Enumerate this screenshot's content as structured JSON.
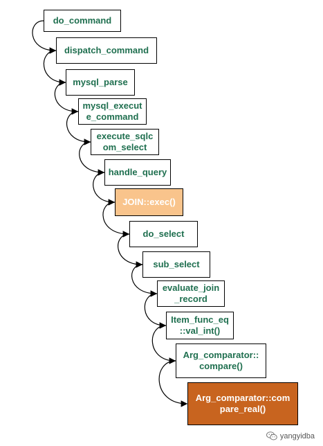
{
  "nodes": [
    {
      "label": "do_command",
      "style": "normal"
    },
    {
      "label": "dispatch_command",
      "style": "normal"
    },
    {
      "label": "mysql_parse",
      "style": "normal"
    },
    {
      "label": "mysql_execut\ne_command",
      "style": "normal"
    },
    {
      "label": "execute_sqlc\nom_select",
      "style": "normal"
    },
    {
      "label": "handle_query",
      "style": "normal"
    },
    {
      "label": "JOIN::exec()",
      "style": "hl-light"
    },
    {
      "label": "do_select",
      "style": "normal"
    },
    {
      "label": "sub_select",
      "style": "normal"
    },
    {
      "label": "evaluate_join\n_record",
      "style": "normal"
    },
    {
      "label": "Item_func_eq\n::val_int()",
      "style": "normal"
    },
    {
      "label": "Arg_comparator::\ncompare()",
      "style": "normal"
    },
    {
      "label": "Arg_comparator::com\npare_real()",
      "style": "hl-dark"
    }
  ],
  "colors": {
    "text": "#1f6f4f",
    "highlight_light": "#f9c48c",
    "highlight_dark": "#c8641f",
    "border": "#000000"
  },
  "watermark": {
    "text": "yangyidba",
    "icon": "wechat-icon"
  }
}
